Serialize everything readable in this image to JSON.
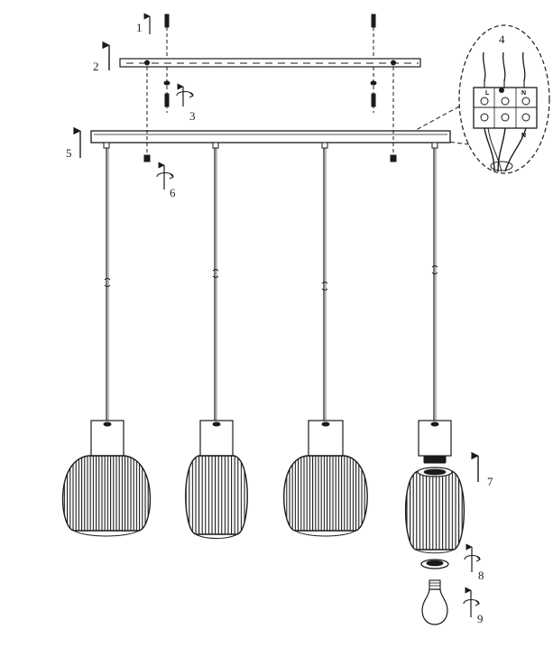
{
  "steps": [
    "1",
    "2",
    "3",
    "4",
    "5",
    "6",
    "7",
    "8",
    "9"
  ],
  "terminal_labels": [
    "L",
    "N"
  ],
  "line_color": "#1a1a1a",
  "pendant_count": 4
}
